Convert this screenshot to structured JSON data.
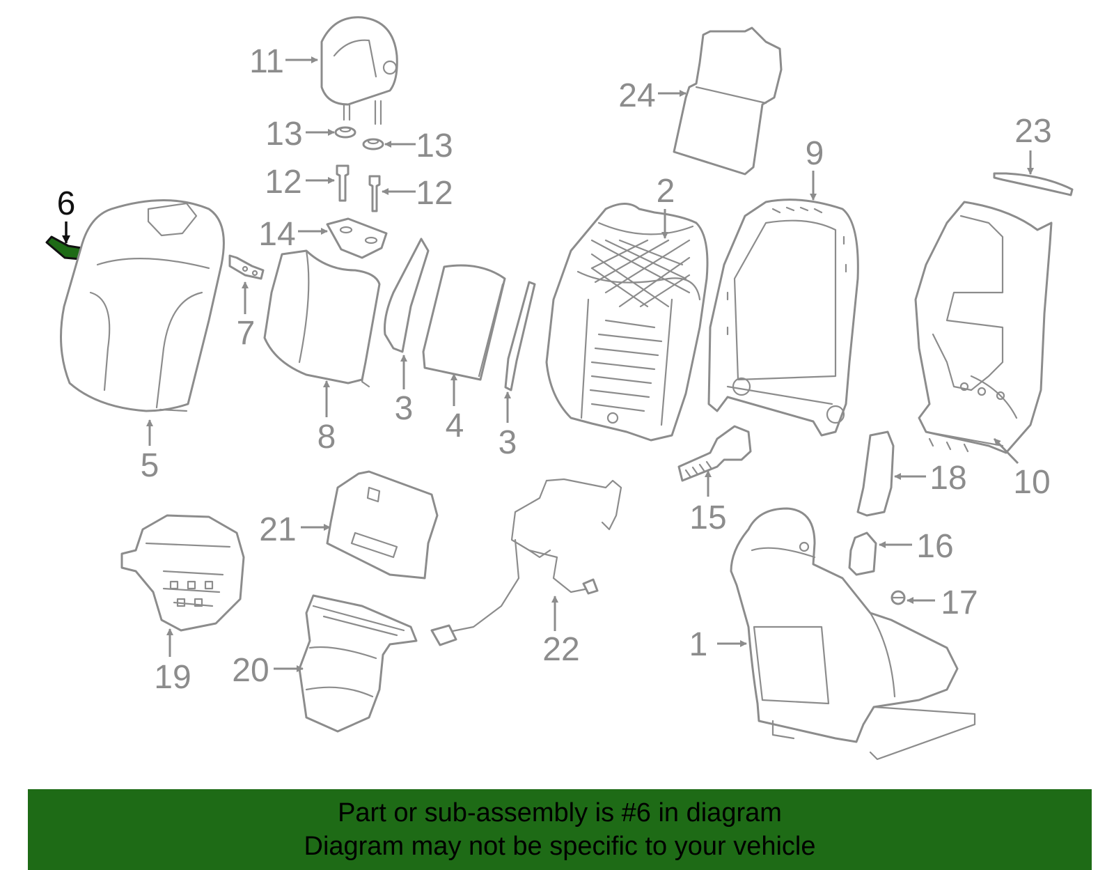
{
  "diagram": {
    "highlight_color": "#1e6b16",
    "part_line_color": "#8c8c8c",
    "highlighted_callout": "6",
    "callouts": {
      "c1": "1",
      "c2": "2",
      "c3a": "3",
      "c3b": "3",
      "c4": "4",
      "c5": "5",
      "c6": "6",
      "c7": "7",
      "c8": "8",
      "c9": "9",
      "c10": "10",
      "c11": "11",
      "c12a": "12",
      "c12b": "12",
      "c13a": "13",
      "c13b": "13",
      "c14": "14",
      "c15": "15",
      "c16": "16",
      "c17": "17",
      "c18": "18",
      "c19": "19",
      "c20": "20",
      "c21": "21",
      "c22": "22",
      "c23": "23",
      "c24": "24"
    }
  },
  "banner": {
    "line1": "Part or sub-assembly is #6 in diagram",
    "line2": "Diagram may not be specific to your vehicle"
  }
}
